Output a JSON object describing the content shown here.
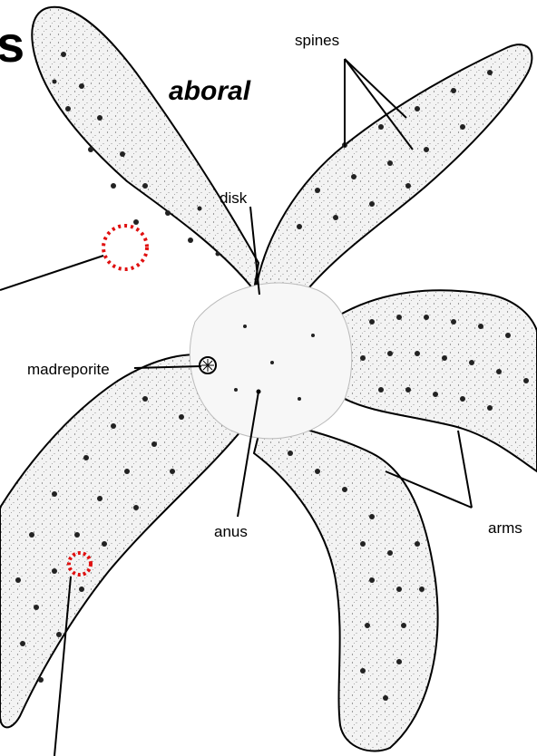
{
  "diagram": {
    "title": "aboral",
    "partial_heading": "s",
    "labels": {
      "spines": "spines",
      "disk": "disk",
      "madreporite": "madreporite",
      "anus": "anus",
      "arms": "arms"
    },
    "colors": {
      "outline": "#000000",
      "body_fill": "#f2f2f2",
      "disk_fill": "#f8f8f8",
      "highlight_circle": "#e01010"
    },
    "icons": {
      "madreporite": "sieve-plate-icon"
    }
  }
}
